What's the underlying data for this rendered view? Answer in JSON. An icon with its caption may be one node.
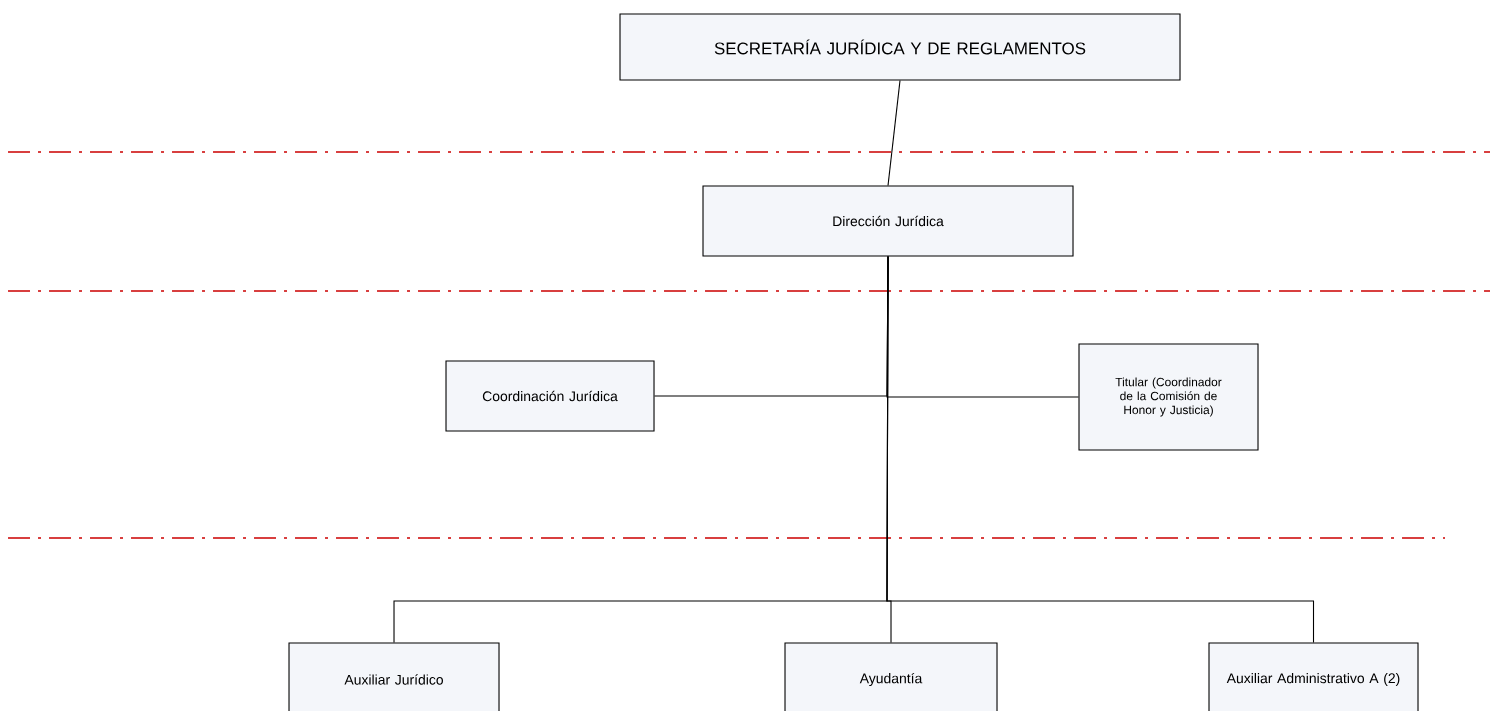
{
  "diagram": {
    "nodes": [
      {
        "text": [
          "SECRETARÍA JURÍDICA Y DE REGLAMENTOS"
        ]
      },
      {
        "text": [
          "Dirección Jurídica"
        ]
      },
      {
        "text": [
          "Coordinación Jurídica"
        ]
      },
      {
        "text": [
          "Titular (Coordinador de la Comisión de Honor y Justicia)"
        ]
      },
      {
        "text": [
          "Auxiliar Jurídico"
        ]
      },
      {
        "text": [
          "Ayudantía"
        ]
      },
      {
        "text": [
          "Auxiliar Administrativo A (2)"
        ]
      }
    ],
    "edges": [
      {
        "from": 0,
        "to": 1,
        "arrow": "none"
      },
      {
        "from": 1,
        "to": 2,
        "arrow": "none"
      },
      {
        "from": 1,
        "to": 3,
        "arrow": "none"
      },
      {
        "from": 1,
        "to": 4,
        "arrow": "none"
      },
      {
        "from": 1,
        "to": 5,
        "arrow": "none"
      },
      {
        "from": 1,
        "to": 6,
        "arrow": "none"
      }
    ]
  }
}
